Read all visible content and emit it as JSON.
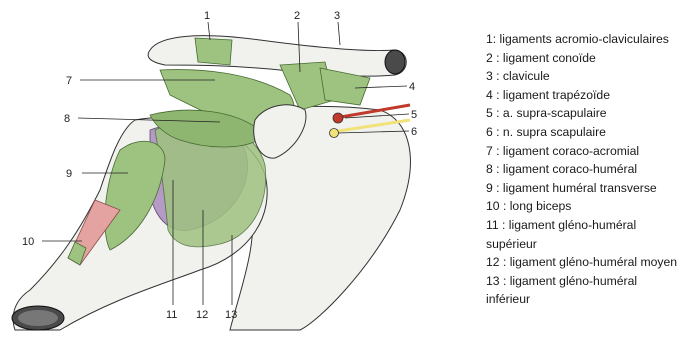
{
  "figure": {
    "labels": [
      "1",
      "2",
      "3",
      "4",
      "5",
      "6",
      "7",
      "8",
      "9",
      "10",
      "11",
      "12",
      "13"
    ]
  },
  "legend": {
    "items": [
      "1: ligaments acromio-claviculaires",
      "2 : ligament conoïde",
      "3 : clavicule",
      "4 : ligament trapézoïde",
      "5 : a. supra-scapulaire",
      "6 : n. supra scapulaire",
      "7 : ligament coraco-acromial",
      "8 : ligament coraco-huméral",
      "9 : ligament huméral transverse",
      "10 : long biceps",
      "11 : ligament gléno-huméral supérieur",
      "12 : ligament gléno-huméral moyen",
      "13 : ligament gléno-huméral inférieur"
    ]
  },
  "colors": {
    "ligament": "#9ec27f",
    "ligament_dark": "#6f9a55",
    "bone": "#f1f1ee",
    "capsule": "#b49ac4",
    "tendon": "#e4a3a1",
    "artery": "#c0392b",
    "nerve": "#f1e27a"
  }
}
